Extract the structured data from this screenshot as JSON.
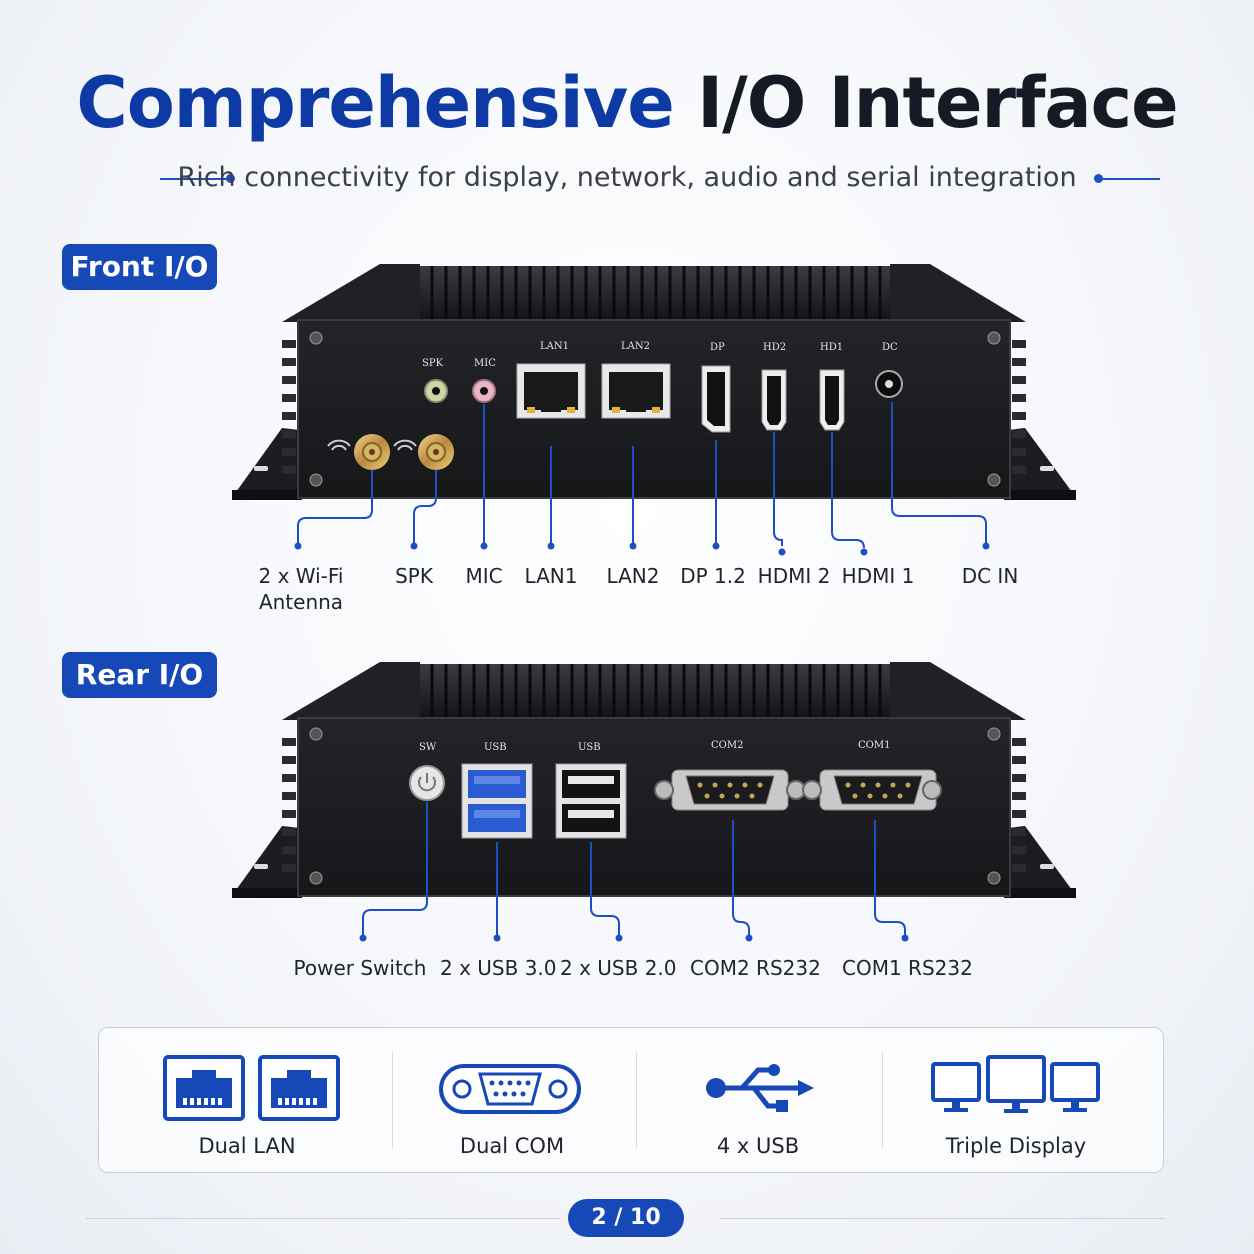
{
  "header": {
    "title_part1": "Comprehensive",
    "title_part2": "I/O Interface",
    "subtitle": "Rich connectivity for display, network, audio and serial integration"
  },
  "front": {
    "badge": "Front I/O",
    "port_marks": [
      "SPK",
      "MIC",
      "LAN1",
      "LAN2",
      "DP",
      "HD2",
      "HD1",
      "DC"
    ],
    "labels": {
      "wifi_line1": "2 x Wi-Fi",
      "wifi_line2": "Antenna",
      "spk": "SPK",
      "mic": "MIC",
      "lan1": "LAN1",
      "lan2": "LAN2",
      "dp": "DP 1.2",
      "hdmi2": "HDMI 2",
      "hdmi1": "HDMI 1",
      "dcin": "DC IN"
    }
  },
  "rear": {
    "badge": "Rear I/O",
    "port_marks": [
      "SW",
      "USB",
      "USB",
      "COM2",
      "COM1"
    ],
    "labels": {
      "power": "Power Switch",
      "usb3": "2 x USB 3.0",
      "usb2": "2 x USB 2.0",
      "com2": "COM2 RS232",
      "com1": "COM1 RS232"
    }
  },
  "features": [
    {
      "icon": "dual-lan-icon",
      "label": "Dual LAN"
    },
    {
      "icon": "serial-port-icon",
      "label": "Dual COM"
    },
    {
      "icon": "usb-icon",
      "label": "4 x USB"
    },
    {
      "icon": "monitors-icon",
      "label": "Triple Display"
    }
  ],
  "pagination": {
    "label": "2 / 10"
  },
  "colors": {
    "accent": "#1748b8",
    "title_blue": "#0d3aa5",
    "device": "#1c1d21",
    "text": "#1f2430"
  }
}
